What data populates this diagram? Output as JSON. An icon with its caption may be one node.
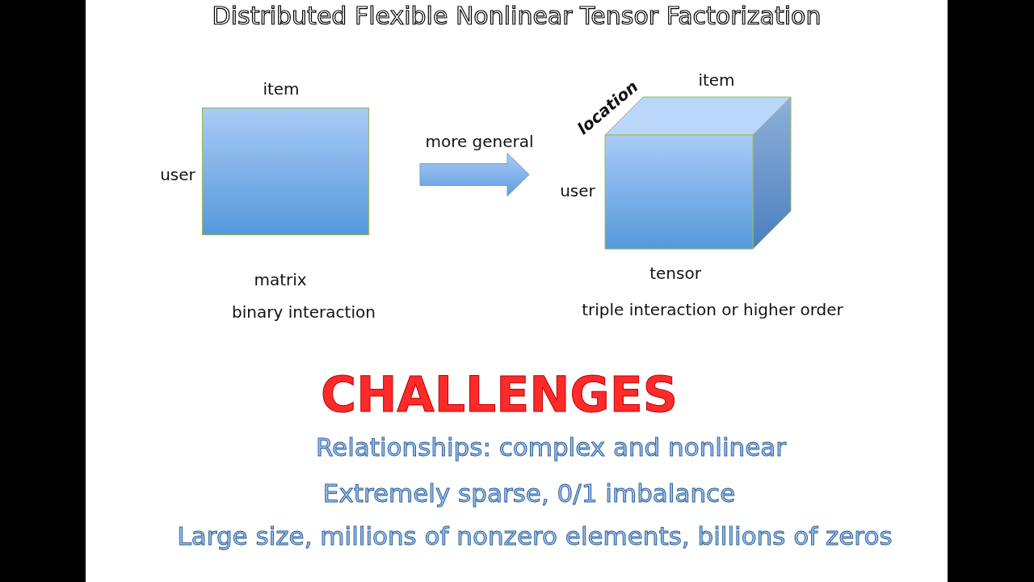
{
  "diagram": {
    "title": "Distributed Flexible Nonlinear Tensor Factorization",
    "nodes": [
      {
        "text": [],
        "shape": "box",
        "beside": [
          "item",
          "user",
          "matrix",
          "binary interaction"
        ]
      },
      {
        "text": [],
        "shape": "cube",
        "beside": [
          "location",
          "item",
          "user",
          "tensor",
          "triple interaction or higher order"
        ]
      }
    ],
    "edges": [
      {
        "from": 0,
        "to": 1,
        "arrow": "to",
        "label": "more general",
        "style": "thick"
      }
    ],
    "labels": [
      "CHALLENGES",
      "Relationships: complex and nonlinear",
      "Extremely sparse, 0/1 imbalance",
      "Large size, millions of nonzero elements, billions of zeros"
    ]
  }
}
